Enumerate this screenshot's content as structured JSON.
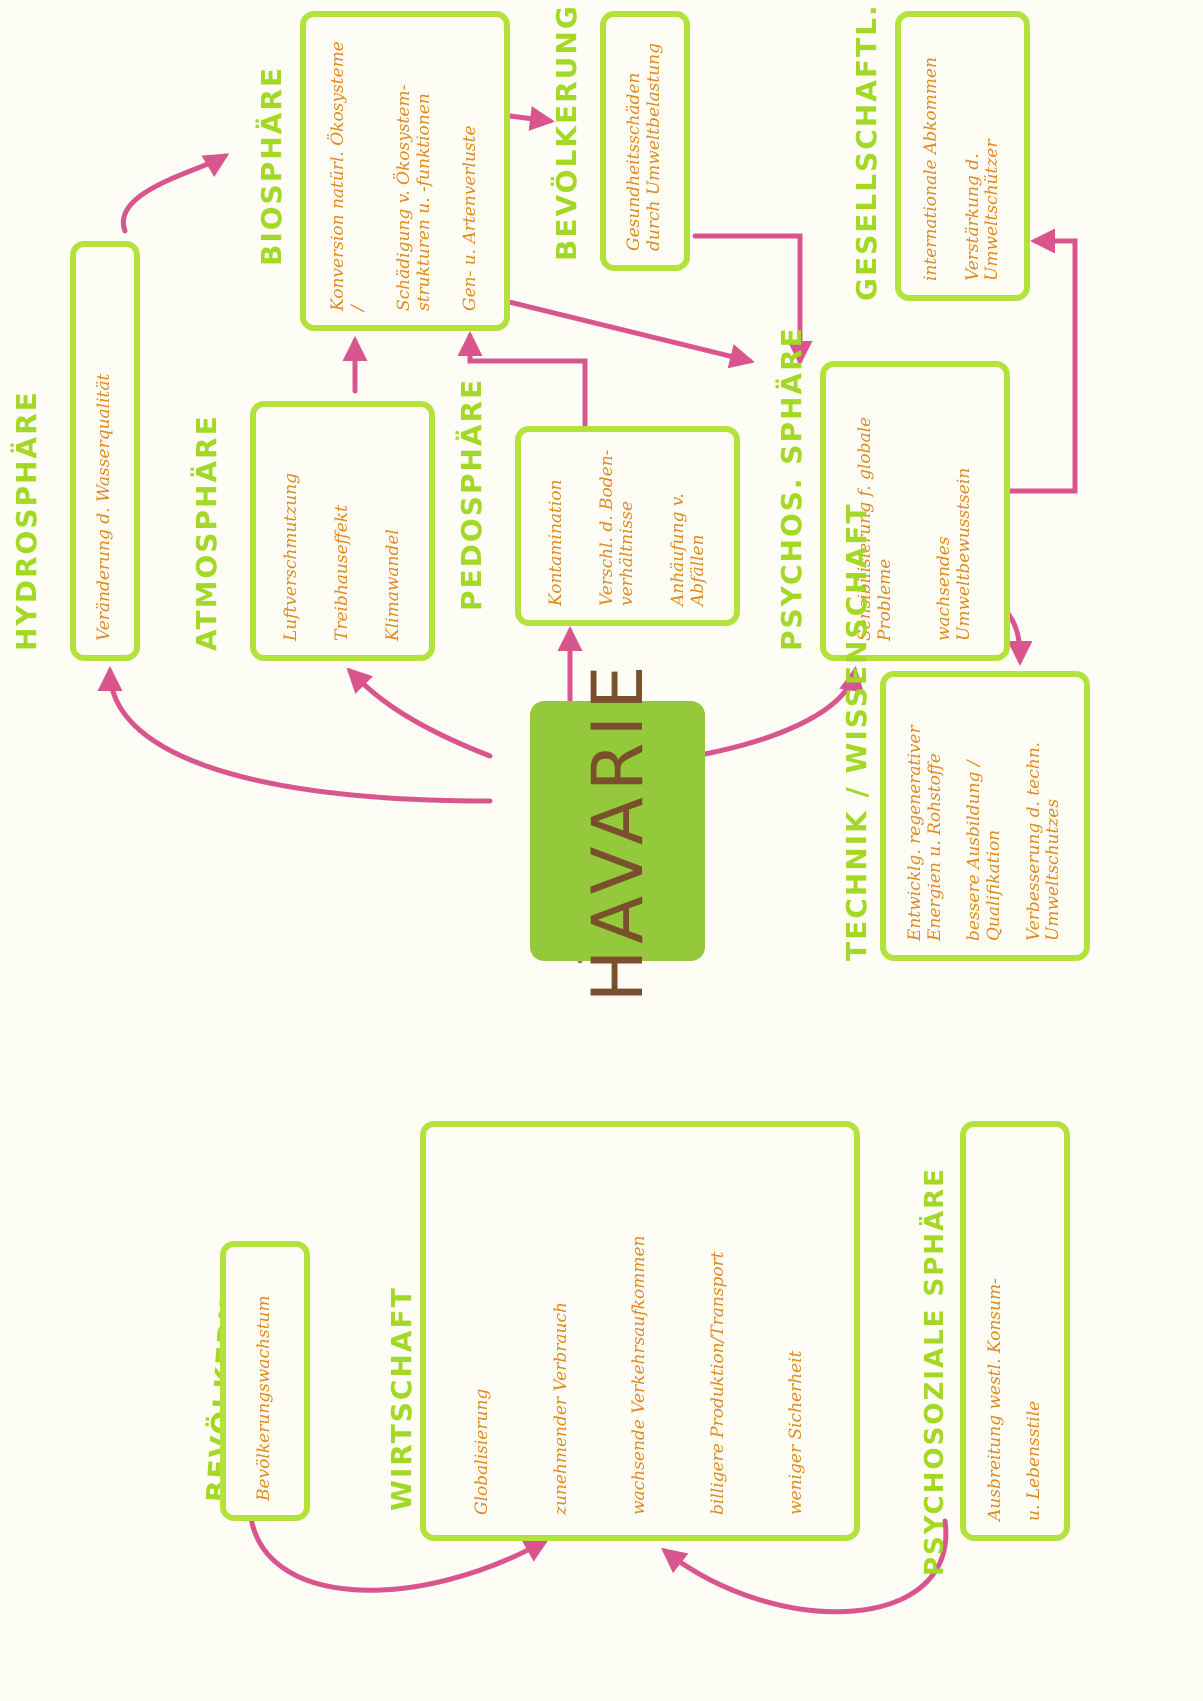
{
  "center": "HAVARIE",
  "left": {
    "bevoelkerung": {
      "label": "BEVÖLKERUNG",
      "items": [
        "Bevölkerungswachstum"
      ]
    },
    "wirtschaft": {
      "label": "WIRTSCHAFT",
      "items": [
        "Globalisierung",
        "zunehmender Verbrauch",
        "wachsende Verkehrsaufkommen",
        "billigere Produktion/Transport",
        "weniger Sicherheit"
      ]
    },
    "psychosoziale": {
      "label": "PSYCHOSOZIALE SPHÄRE",
      "items": [
        "Ausbreitung westl. Konsum-",
        "u. Lebensstile"
      ]
    }
  },
  "right": {
    "hydrosphaere": {
      "label": "HYDROSPHÄRE",
      "items": [
        "Veränderung d. Wasserqualität"
      ]
    },
    "atmosphaere": {
      "label": "ATMOSPHÄRE",
      "items": [
        "Luftverschmutzung",
        "Treibhauseffekt",
        "Klimawandel"
      ]
    },
    "pedosphaere": {
      "label": "PEDOSPHÄRE",
      "items": [
        "Kontamination",
        "Verschl. d. Boden-verhältnisse",
        "Anhäufung v. Abfällen"
      ]
    },
    "psychos": {
      "label": "PSYCHOS. SPHÄRE",
      "items": [
        "Sensibilisierung f. globale Probleme",
        "wachsendes Umweltbewusstsein"
      ]
    },
    "biosphaere": {
      "label": "BIOSPHÄRE",
      "items": [
        "Konversion natürl. Ökosysteme /",
        "Schädigung v. Ökosystem-strukturen u. -funktionen",
        "Gen- u. Artenverluste"
      ]
    },
    "bevoelkerung2": {
      "label": "BEVÖLKERUNG",
      "items": [
        "Gesundheitsschäden durch Umweltbelastung"
      ]
    },
    "gesellschaft": {
      "label": "GESELLSCHAFTL. ORG.",
      "items": [
        "internationale Abkommen",
        "Verstärkung d. Umweltschützer"
      ]
    },
    "technik": {
      "label": "TECHNIK / WISSENSCHAFT",
      "items": [
        "Entwicklg. regenerativer Energien u. Rohstoffe",
        "bessere Ausbildung / Qualifikation",
        "Verbesserung d. techn. Umweltschutzes"
      ]
    }
  },
  "colors": {
    "box_border": "#b3e23c",
    "arrow": "#d9558e",
    "center_fill": "#93c93a",
    "text": "#e0891c",
    "label": "#a3d926"
  }
}
